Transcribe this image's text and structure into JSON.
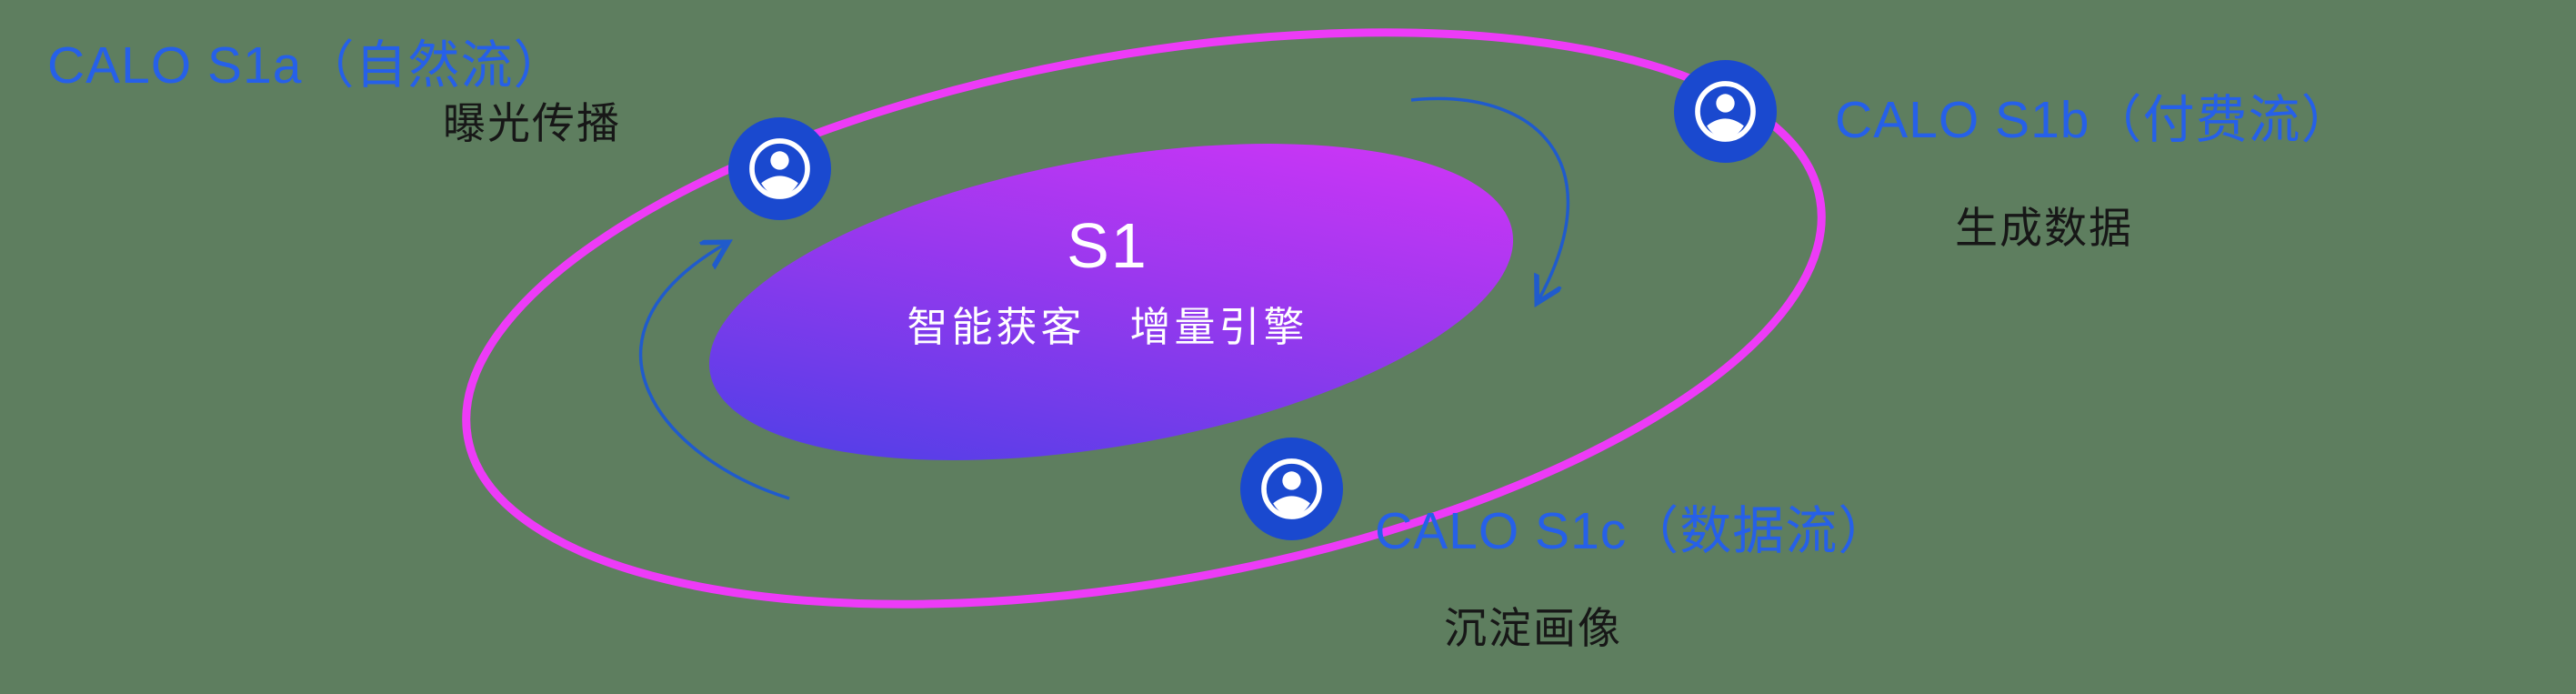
{
  "diagram": {
    "core": {
      "title": "S1",
      "subtitle": "智能获客　增量引擎"
    },
    "nodes": [
      {
        "id": "s1a",
        "title": "CALO S1a（自然流）",
        "subtitle": "曝光传播"
      },
      {
        "id": "s1b",
        "title": "CALO S1b（付费流）",
        "subtitle": "生成数据"
      },
      {
        "id": "s1c",
        "title": "CALO S1c（数据流）",
        "subtitle": "沉淀画像"
      }
    ],
    "icons": [
      {
        "name": "user-icon",
        "position": "left-orbit"
      },
      {
        "name": "user-icon",
        "position": "right-orbit"
      },
      {
        "name": "user-icon",
        "position": "bottom-orbit"
      }
    ],
    "colors": {
      "background": "#5e7e5f",
      "label_blue": "#2660e8",
      "text_dark": "#171717",
      "orbit_magenta": "#ed3bf7",
      "core_gradient_start": "#4440e6",
      "core_gradient_end": "#da35f8",
      "icon_blue": "#1a49cf",
      "arrow_blue": "#1d5ad2",
      "core_text": "#ffffff"
    }
  }
}
